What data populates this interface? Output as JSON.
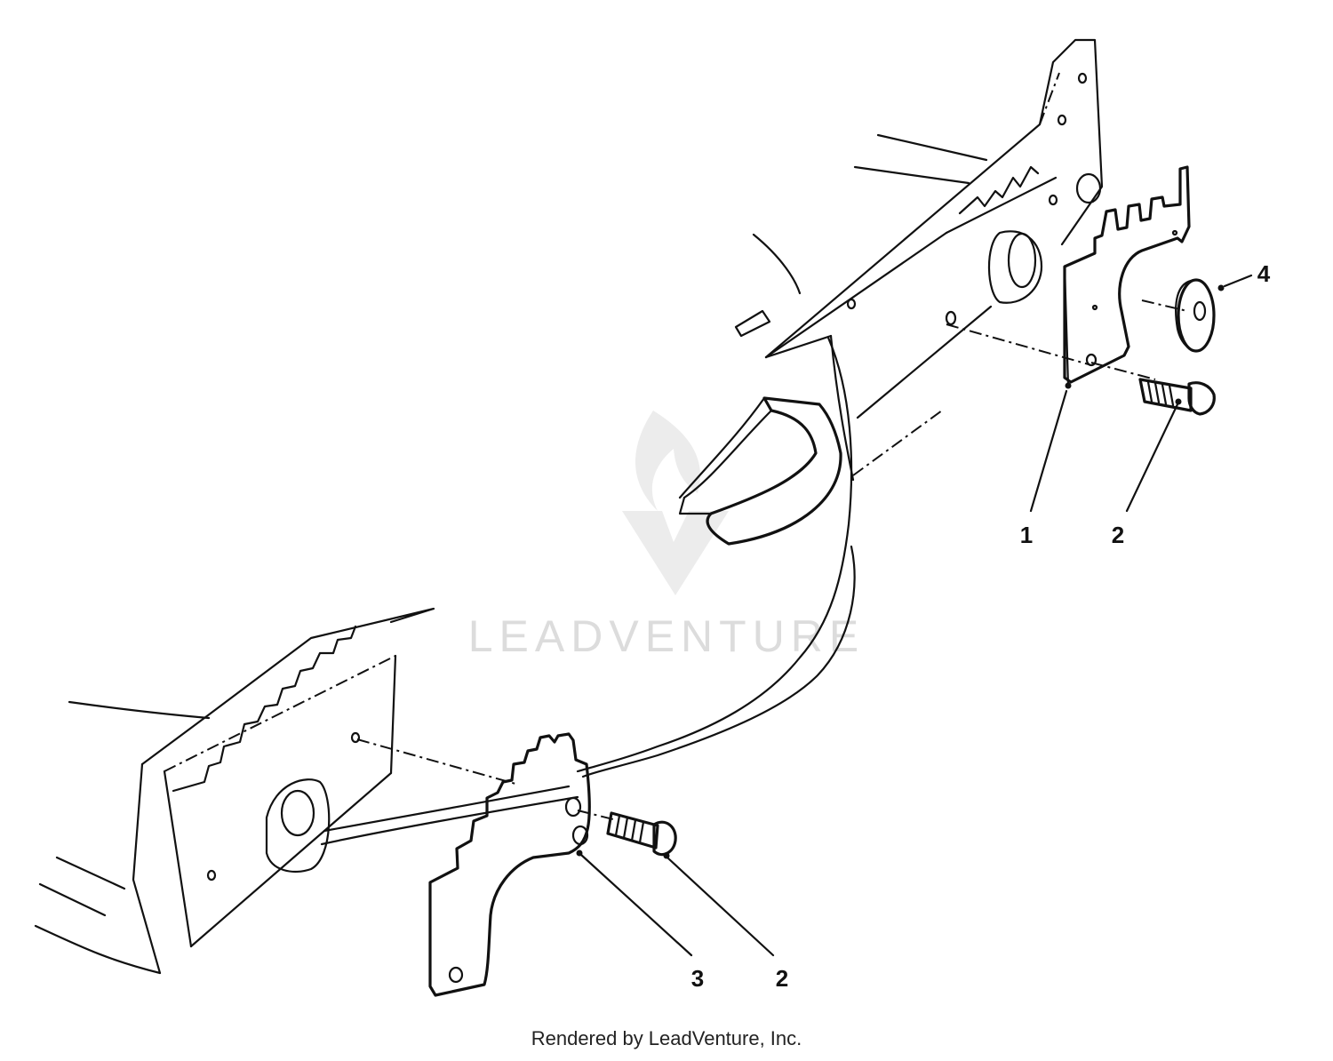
{
  "diagram": {
    "watermark": "LEADVENTURE",
    "footer": "Rendered by LeadVenture, Inc.",
    "callouts": [
      {
        "id": "c1",
        "label": "1"
      },
      {
        "id": "c2a",
        "label": "2"
      },
      {
        "id": "c4",
        "label": "4"
      },
      {
        "id": "c3",
        "label": "3"
      },
      {
        "id": "c2b",
        "label": "2"
      }
    ]
  }
}
